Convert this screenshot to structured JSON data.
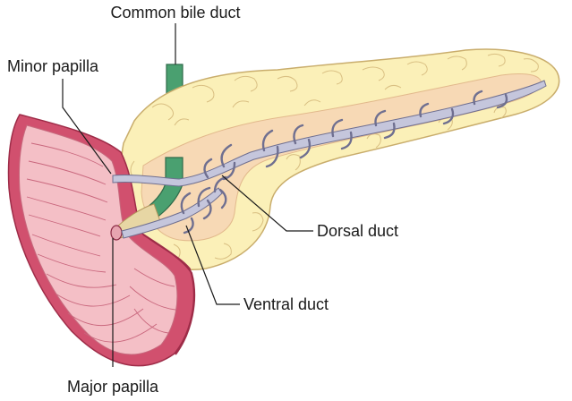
{
  "labels": {
    "common_bile_duct": "Common bile duct",
    "minor_papilla": "Minor papilla",
    "dorsal_duct": "Dorsal duct",
    "ventral_duct": "Ventral duct",
    "major_papilla": "Major papilla"
  },
  "colors": {
    "pancreas_fill": "#fbf0b8",
    "pancreas_stroke": "#c9ad6c",
    "pancreas_inner": "#f7d9b5",
    "duct_fill": "#c5c6dc",
    "duct_stroke": "#6f6f90",
    "bile_duct": "#4aa070",
    "duodenum_outer": "#d1506e",
    "duodenum_inner": "#f4bfc6",
    "leader_line": "#1a1a1a"
  }
}
